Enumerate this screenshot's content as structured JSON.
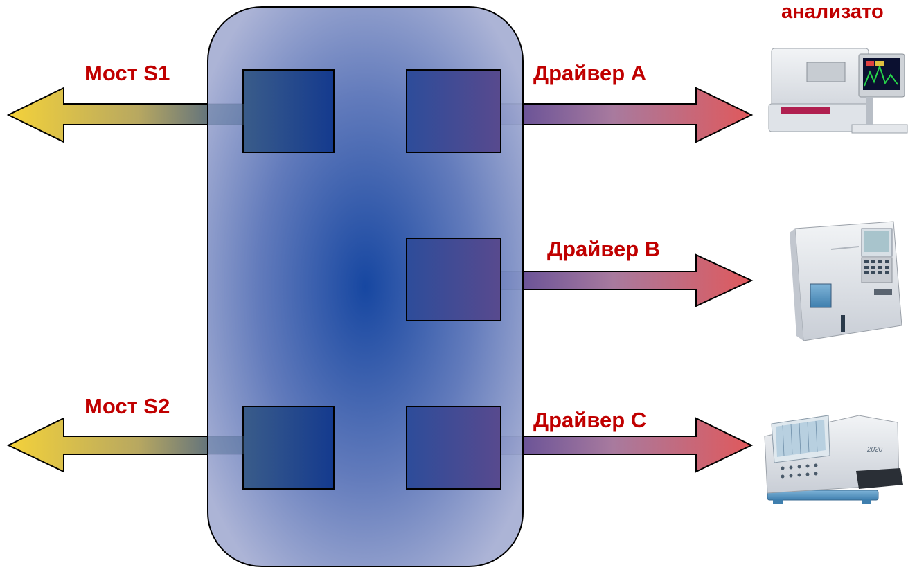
{
  "header": {
    "devices_label": "анализато"
  },
  "bridges": [
    {
      "label": "Мост S1"
    },
    {
      "label": "Мост S2"
    }
  ],
  "drivers": [
    {
      "label": "Драйвер A"
    },
    {
      "label": "Драйвер B"
    },
    {
      "label": "Драйвер C"
    }
  ],
  "devices": [
    {
      "name": "analyzer-a",
      "icon": "lab-analyzer-with-monitor"
    },
    {
      "name": "analyzer-b",
      "icon": "hematology-analyzer"
    },
    {
      "name": "analyzer-c",
      "icon": "microplate-reader",
      "display_text": "2020"
    }
  ],
  "colors": {
    "label": "#c00000",
    "hub_center": "#0a3d9c",
    "hub_edge": "#a8b0d4",
    "bridge_arrow_tip": "#f4d23a",
    "driver_arrow_tip": "#e0595c",
    "outline": "#000000"
  }
}
